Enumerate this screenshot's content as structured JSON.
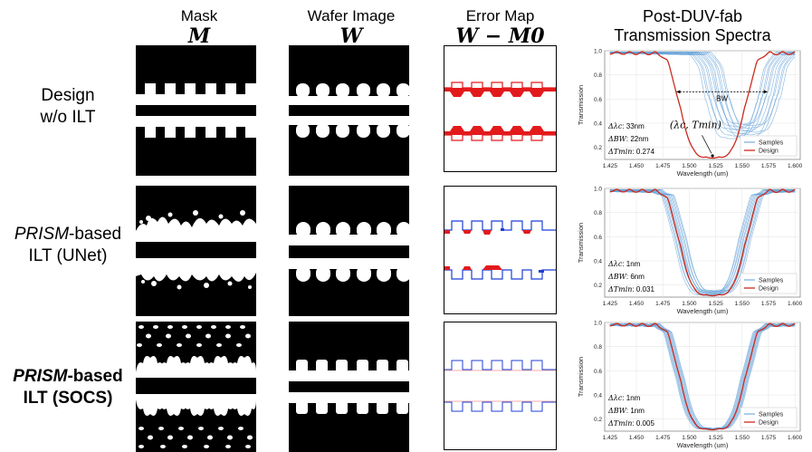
{
  "columns": [
    {
      "title": "Mask",
      "symbol": "M"
    },
    {
      "title": "Wafer Image",
      "symbol": "W"
    },
    {
      "title": "Error Map",
      "symbol": "W − M0"
    },
    {
      "title_line1": "Post-DUV-fab",
      "title_line2": "Transmission Spectra"
    }
  ],
  "rows": [
    {
      "label_line1": "Design",
      "label_line2": "w/o ILT"
    },
    {
      "label_line1_italic": "PRISM",
      "label_line1_rest": "-based",
      "label_line2": "ILT (UNet)"
    },
    {
      "label_line1_italic": "PRISM",
      "label_line1_rest": "-based",
      "label_line2": "ILT (SOCS)"
    }
  ],
  "colors": {
    "design": "#cc2a1d",
    "samples": "#5b9bd5",
    "error_red": "#e31a1c",
    "error_blue": "#1f3fd6"
  },
  "chart_data": [
    {
      "type": "line",
      "xlabel": "Wavelength (um)",
      "ylabel": "Transmission",
      "xlim": [
        1.42,
        1.605
      ],
      "ylim": [
        0.1,
        1.0
      ],
      "xticks": [
        "1.425",
        "1.450",
        "1.475",
        "1.500",
        "1.525",
        "1.550",
        "1.575",
        "1.600"
      ],
      "yticks": [
        "0.2",
        "0.4",
        "0.6",
        "0.8",
        "1.0"
      ],
      "legend": [
        "Samples",
        "Design"
      ],
      "legend_position": "lower-right",
      "annotations": {
        "bw": "BW",
        "point": "(λc, Tmin)"
      },
      "metrics": [
        {
          "label": "Δλc",
          "value": ": 33nm"
        },
        {
          "label": "ΔBW",
          "value": ": 22nm"
        },
        {
          "label": "ΔTmin",
          "value": ": 0.274"
        }
      ],
      "design": {
        "center": 1.522,
        "tmin": 0.12,
        "width": 0.03
      },
      "samples": {
        "center_range": [
          1.54,
          1.562
        ],
        "tmin_range": [
          0.28,
          0.4
        ],
        "width": 0.024
      }
    },
    {
      "type": "line",
      "xlabel": "Wavelength (um)",
      "ylabel": "Transmission",
      "xlim": [
        1.42,
        1.605
      ],
      "ylim": [
        0.1,
        1.0
      ],
      "xticks": [
        "1.425",
        "1.450",
        "1.475",
        "1.500",
        "1.525",
        "1.550",
        "1.575",
        "1.600"
      ],
      "yticks": [
        "0.2",
        "0.4",
        "0.6",
        "0.8",
        "1.0"
      ],
      "legend": [
        "Samples",
        "Design"
      ],
      "legend_position": "lower-right",
      "metrics": [
        {
          "label": "Δλc",
          "value": ": 1nm"
        },
        {
          "label": "ΔBW",
          "value": ": 6nm"
        },
        {
          "label": "ΔTmin",
          "value": ": 0.031"
        }
      ],
      "design": {
        "center": 1.522,
        "tmin": 0.12,
        "width": 0.03
      },
      "samples": {
        "center_range": [
          1.516,
          1.528
        ],
        "tmin_range": [
          0.12,
          0.16
        ],
        "width": 0.029
      }
    },
    {
      "type": "line",
      "xlabel": "Wavelength (um)",
      "ylabel": "Transmission",
      "xlim": [
        1.42,
        1.605
      ],
      "ylim": [
        0.1,
        1.0
      ],
      "xticks": [
        "1.425",
        "1.450",
        "1.475",
        "1.500",
        "1.525",
        "1.550",
        "1.575",
        "1.600"
      ],
      "yticks": [
        "0.2",
        "0.4",
        "0.6",
        "0.8",
        "1.0"
      ],
      "legend": [
        "Samples",
        "Design"
      ],
      "legend_position": "lower-right",
      "metrics": [
        {
          "label": "Δλc",
          "value": ": 1nm"
        },
        {
          "label": "ΔBW",
          "value": ": 1nm"
        },
        {
          "label": "ΔTmin",
          "value": ": 0.005"
        }
      ],
      "design": {
        "center": 1.522,
        "tmin": 0.12,
        "width": 0.03
      },
      "samples": {
        "center_range": [
          1.518,
          1.526
        ],
        "tmin_range": [
          0.12,
          0.13
        ],
        "width": 0.03
      }
    }
  ]
}
